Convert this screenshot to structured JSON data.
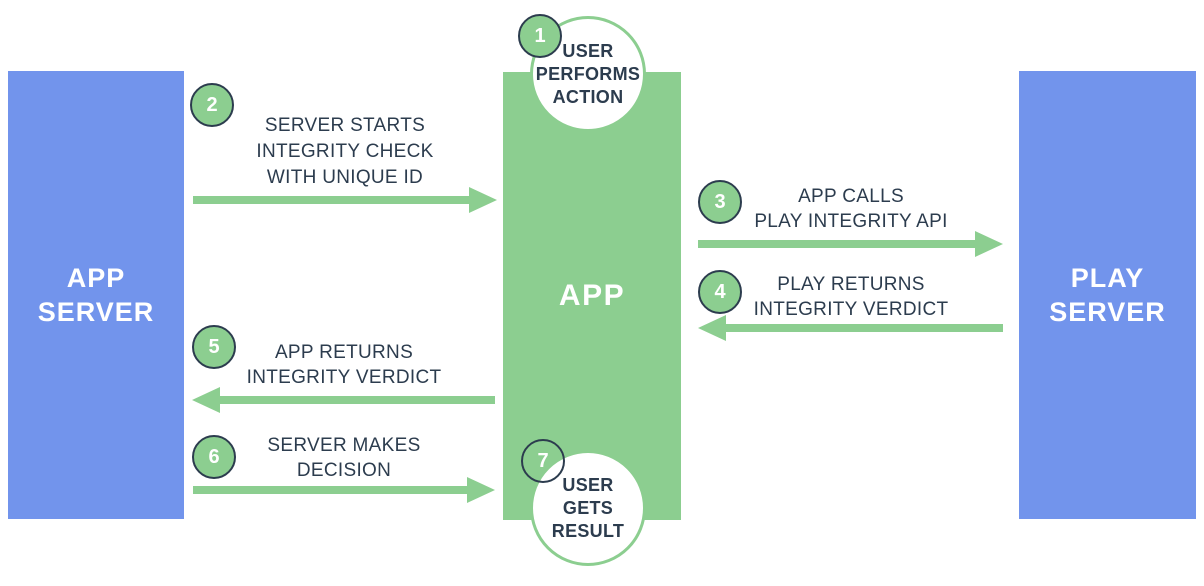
{
  "colors": {
    "green": "#8CCE90",
    "blue": "#7294EC",
    "navy": "#2C3C4E",
    "white": "#FFFFFF"
  },
  "nodes": {
    "app_server": "APP\nSERVER",
    "app": "APP",
    "play_server": "PLAY\nSERVER"
  },
  "steps": {
    "s1": {
      "num": "1",
      "label": "USER\nPERFORMS\nACTION"
    },
    "s2": {
      "num": "2",
      "label": "SERVER STARTS\nINTEGRITY CHECK\nWITH UNIQUE ID",
      "arrow": "right"
    },
    "s3": {
      "num": "3",
      "label": "APP CALLS\nPLAY INTEGRITY API",
      "arrow": "right"
    },
    "s4": {
      "num": "4",
      "label": "PLAY RETURNS\nINTEGRITY VERDICT",
      "arrow": "left"
    },
    "s5": {
      "num": "5",
      "label": "APP RETURNS\nINTEGRITY VERDICT",
      "arrow": "left"
    },
    "s6": {
      "num": "6",
      "label": "SERVER MAKES\nDECISION",
      "arrow": "right"
    },
    "s7": {
      "num": "7",
      "label": "USER\nGETS\nRESULT"
    }
  }
}
